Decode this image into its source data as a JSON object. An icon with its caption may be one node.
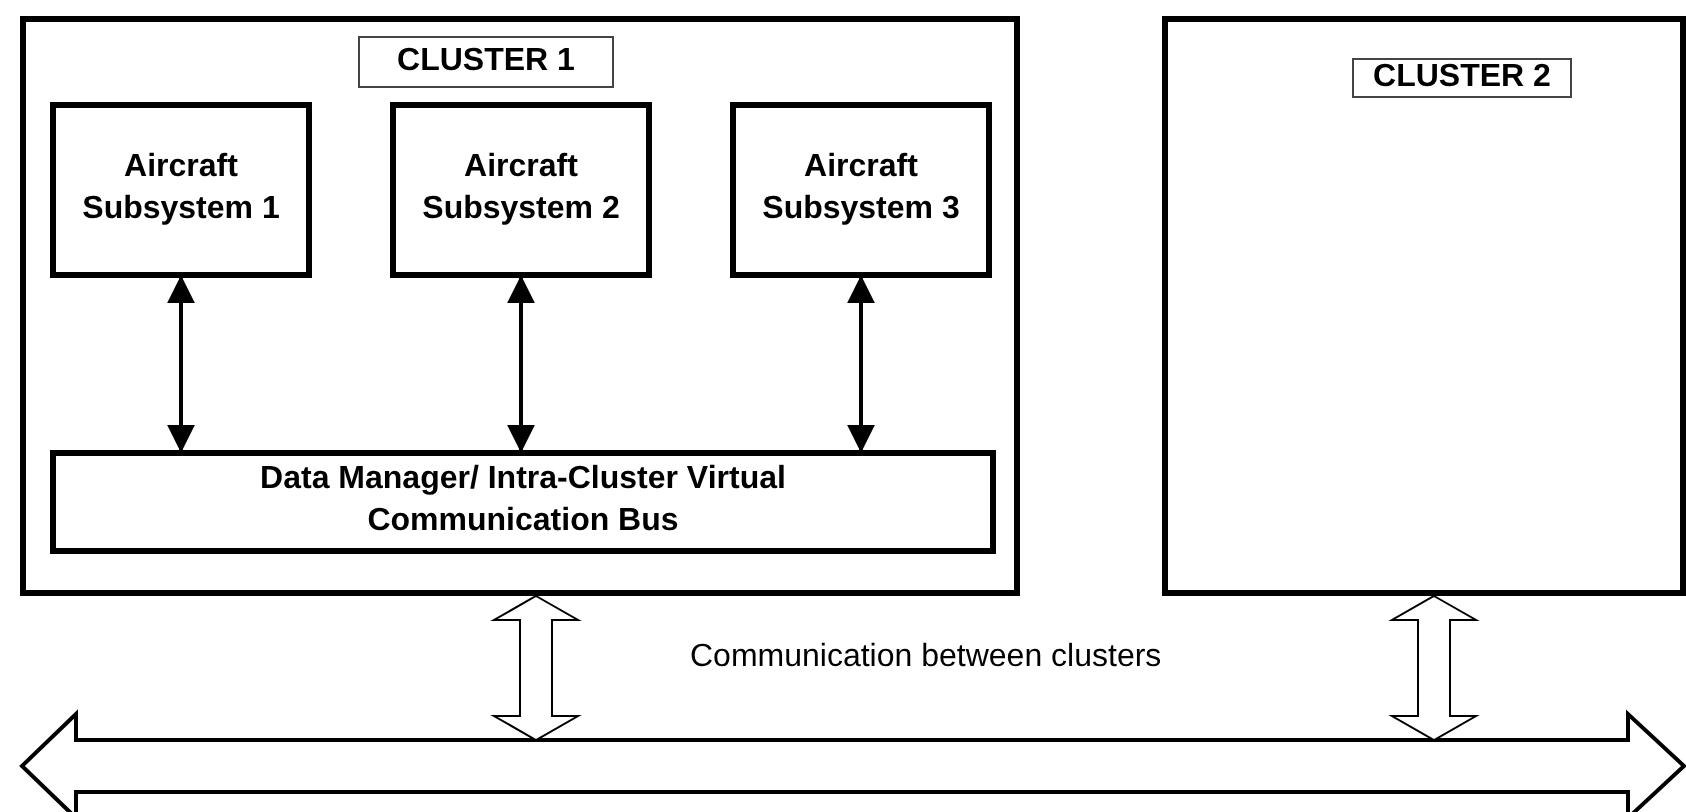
{
  "diagram": {
    "nodes": [
      {
        "text": [
          "CLUSTER 1"
        ]
      },
      {
        "text": [
          "Aircraft Subsystem 1"
        ],
        "in": 0
      },
      {
        "text": [
          "Aircraft Subsystem 2"
        ],
        "in": 0
      },
      {
        "text": [
          "Aircraft Subsystem 3"
        ],
        "in": 0
      },
      {
        "text": [
          "Data Manager/ Intra-Cluster Virtual Communication Bus"
        ],
        "in": 0
      },
      {
        "text": [
          "CLUSTER 2"
        ]
      },
      {
        "text": [],
        "shape": "arrow"
      }
    ],
    "edges": [
      {
        "from": 1,
        "to": 4,
        "arrow": "both"
      },
      {
        "from": 2,
        "to": 4,
        "arrow": "both"
      },
      {
        "from": 3,
        "to": 4,
        "arrow": "both"
      },
      {
        "from": 0,
        "to": 6,
        "arrow": "both",
        "style": "thick"
      },
      {
        "from": 5,
        "to": 6,
        "arrow": "both",
        "style": "thick"
      }
    ],
    "labels": [
      "Communication between clusters"
    ]
  }
}
